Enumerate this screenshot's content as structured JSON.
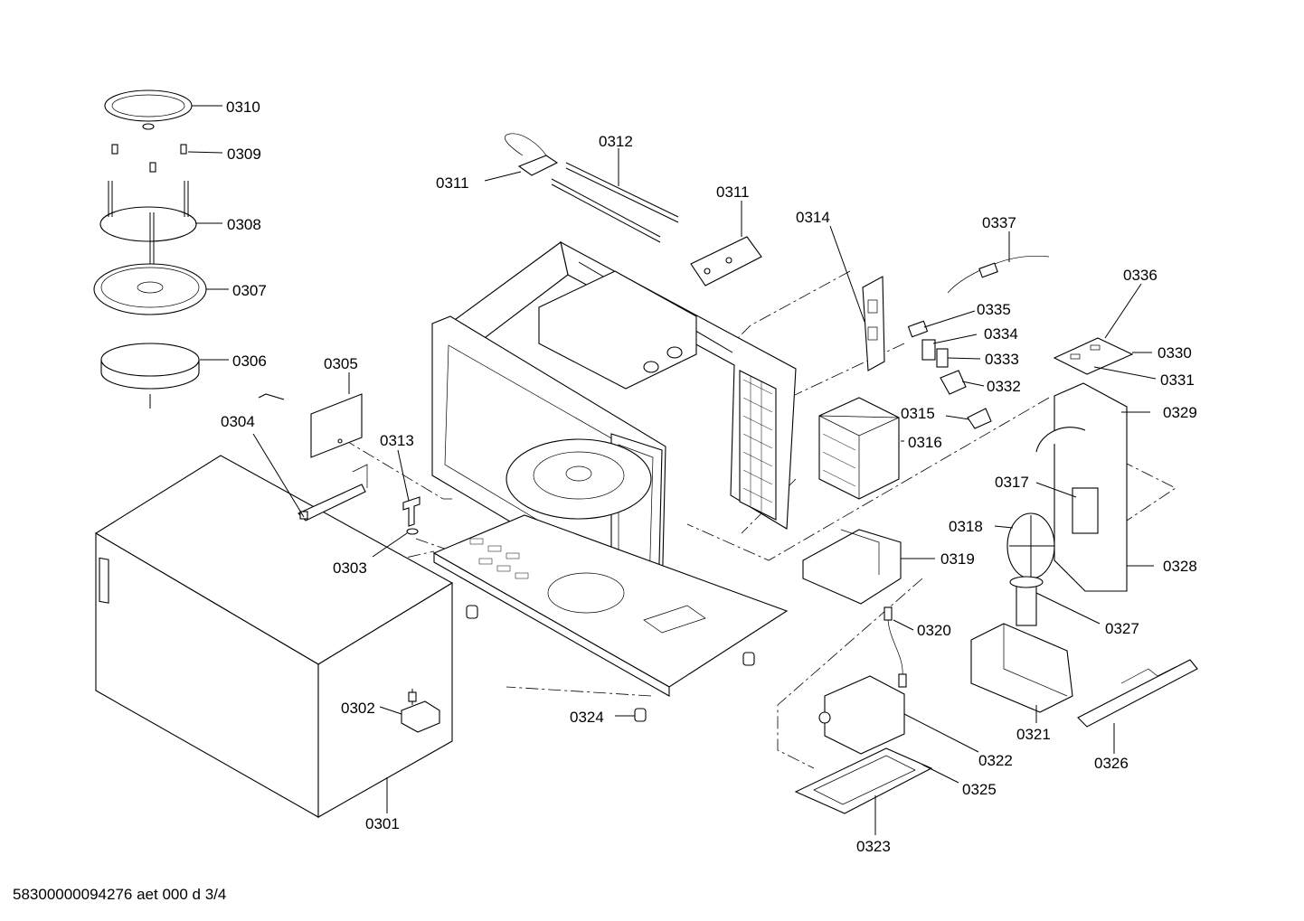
{
  "diagram": {
    "document_code": "58300000094276 aet 000 d 3/4",
    "part_labels": {
      "p0301": "0301",
      "p0302": "0302",
      "p0303": "0303",
      "p0304": "0304",
      "p0305": "0305",
      "p0306": "0306",
      "p0307": "0307",
      "p0308": "0308",
      "p0309": "0309",
      "p0310": "0310",
      "p0311a": "0311",
      "p0311b": "0311",
      "p0312": "0312",
      "p0313": "0313",
      "p0314": "0314",
      "p0315": "0315",
      "p0316": "0316",
      "p0317": "0317",
      "p0318": "0318",
      "p0319": "0319",
      "p0320": "0320",
      "p0321": "0321",
      "p0322": "0322",
      "p0323": "0323",
      "p0324": "0324",
      "p0325": "0325",
      "p0326": "0326",
      "p0327": "0327",
      "p0328": "0328",
      "p0329": "0329",
      "p0330": "0330",
      "p0331": "0331",
      "p0332": "0332",
      "p0333": "0333",
      "p0334": "0334",
      "p0335": "0335",
      "p0336": "0336",
      "p0337": "0337"
    }
  }
}
